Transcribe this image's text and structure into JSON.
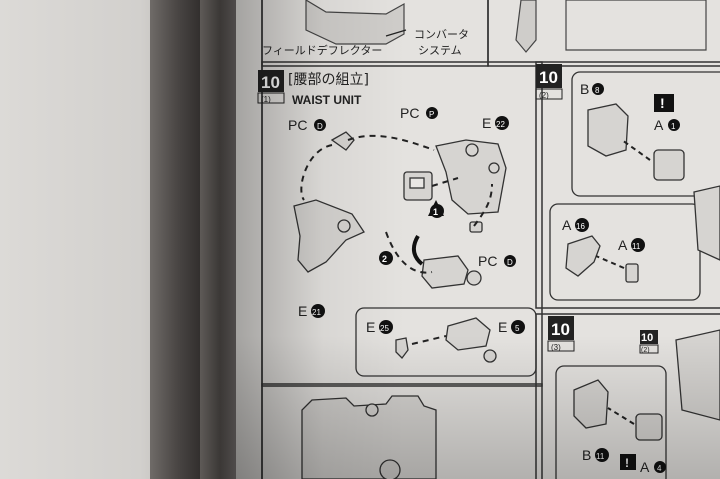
{
  "top_labels": {
    "field_deflector": "フィールドデフレクター",
    "converter": "コンバータ",
    "system": "システム"
  },
  "step10_1": {
    "number": "10",
    "sub": "(1)",
    "title_jp": "[腰部の組立]",
    "title_en": "WAIST UNIT",
    "parts": {
      "pcd_top": "PC",
      "pcd_top_letter": "D",
      "pcp": "PC",
      "pcp_letter": "P",
      "e22": "E",
      "e22_num": "22",
      "pcd_bottom": "PC",
      "pcd_bottom_letter": "D",
      "e21": "E",
      "e21_num": "21",
      "e25": "E",
      "e25_num": "25",
      "e5": "E",
      "e5_num": "5"
    },
    "order_marks": [
      "1",
      "2"
    ]
  },
  "step10_2": {
    "number": "10",
    "sub": "(2)",
    "parts": {
      "b8": "B",
      "b8_num": "8",
      "a1": "A",
      "a1_num": "1",
      "a16": "A",
      "a16_num": "16",
      "a11": "A",
      "a11_num": "11"
    },
    "warning": "!"
  },
  "step10_3": {
    "number": "10",
    "sub": "(3)",
    "ref_number": "10",
    "ref_sub": "(2)",
    "parts": {
      "b11": "B",
      "b11_num": "11",
      "a4": "A",
      "a4_num": "4"
    },
    "warning": "!"
  }
}
